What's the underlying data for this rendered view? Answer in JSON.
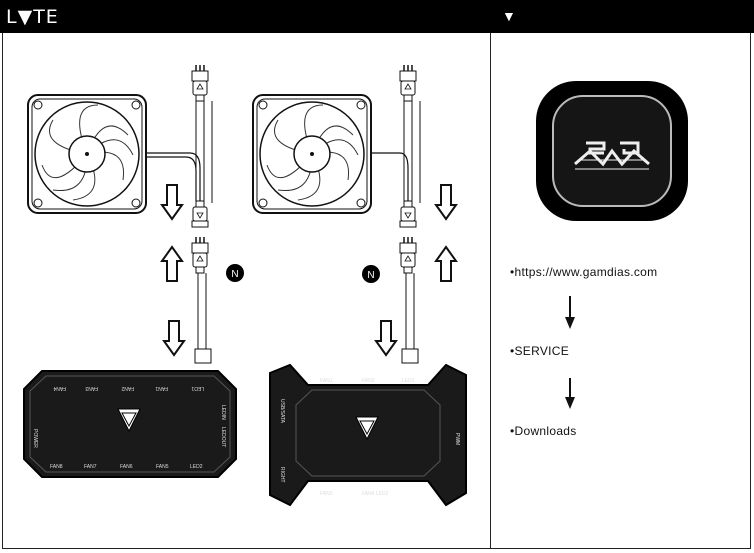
{
  "header": {
    "brand": "L▼TE",
    "triangle": "▼"
  },
  "steps": [
    {
      "text": "•https://www.gamdias.com"
    },
    {
      "text": "•SERVICE"
    },
    {
      "text": "•Downloads"
    }
  ],
  "badges": [
    "N",
    "N"
  ],
  "left_hub": {
    "top_labels": [
      "FAN4",
      "FAN3",
      "FAN2",
      "FAN1",
      "LED1"
    ],
    "bottom_labels": [
      "FAN8",
      "FAN7",
      "FAN6",
      "FAN5",
      "LED2"
    ],
    "left_label": "POWER",
    "right_labels": [
      "LEDIN",
      "LEDOUT"
    ]
  },
  "right_hub": {
    "top_labels": [
      "FAN1",
      "FAN2",
      "LED1"
    ],
    "bottom_labels": [
      "FAN3",
      "FAN4 LED2"
    ],
    "left_labels": [
      "USB/SATA",
      "RIGHT"
    ],
    "right_label": "PWM"
  },
  "colors": {
    "bar": "#000000",
    "line": "#222222",
    "text": "#111111"
  }
}
